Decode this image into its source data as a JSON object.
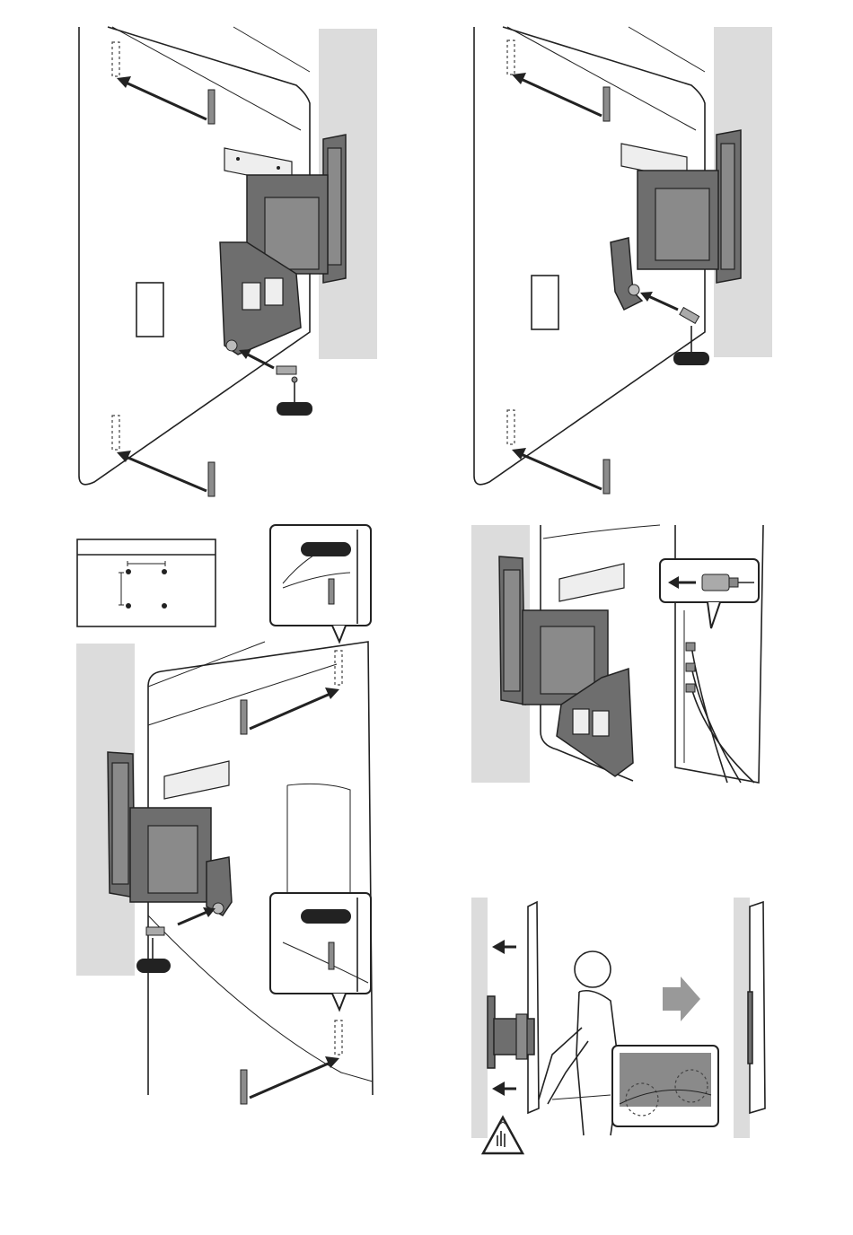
{
  "figure": {
    "panels": [
      {
        "id": "step-1",
        "callout_label": ""
      },
      {
        "id": "step-2",
        "callout_label": ""
      },
      {
        "id": "step-3",
        "callout_labels": [
          "",
          "",
          ""
        ]
      },
      {
        "id": "step-4"
      },
      {
        "id": "step-5"
      }
    ]
  },
  "colors": {
    "wall": "#dcdcdc",
    "bracket": "#6e6e6e",
    "label_pill": "#222222",
    "direction_arrow": "#999999"
  },
  "icons": [
    "screw-icon",
    "cable-connector-icon",
    "caution-hand-icon",
    "right-arrow-icon",
    "left-arrow-icon",
    "person-icon"
  ]
}
